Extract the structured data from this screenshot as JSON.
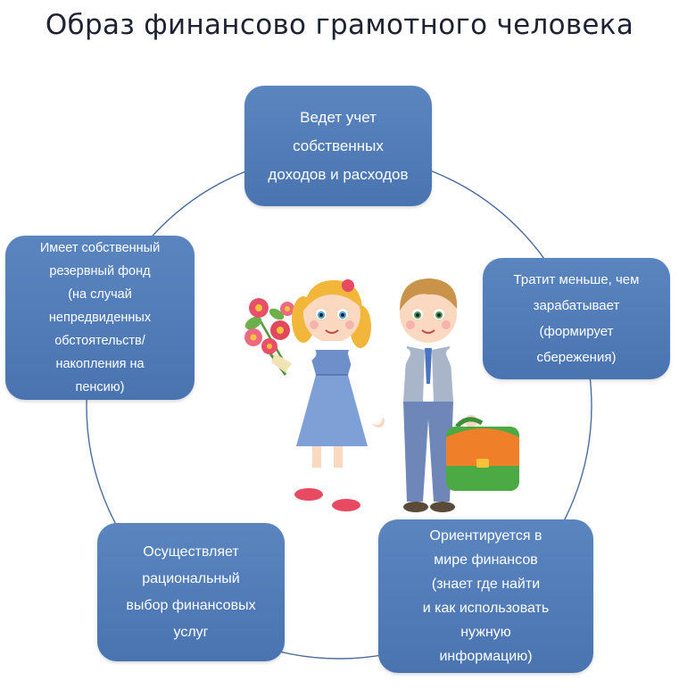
{
  "title": "Образ финансово грамотного человека",
  "colors": {
    "box": "#4f7ab5",
    "circle": "#4c6c9e",
    "title": "#1f2233"
  },
  "items": [
    {
      "id": "top",
      "lines": [
        "Ведет учет",
        "собственных",
        "доходов и расходов"
      ]
    },
    {
      "id": "right",
      "lines": [
        "Тратит меньше, чем",
        "зарабатывает",
        "(формирует",
        "сбережения)"
      ]
    },
    {
      "id": "bottom-right",
      "lines": [
        "Ориентируется в",
        "мире финансов",
        "(знает где найти",
        "и как использовать",
        "нужную",
        "информацию)"
      ]
    },
    {
      "id": "bottom-left",
      "lines": [
        "Осуществляет",
        "рациональный",
        "выбор финансовых",
        "услуг"
      ]
    },
    {
      "id": "left",
      "lines": [
        "Имеет собственный",
        "резервный фонд",
        "(на случай",
        "непредвиденных",
        "обстоятельств/",
        "накопления на",
        "пенсию)"
      ]
    }
  ],
  "illustration": {
    "icon": "children-illustration-icon"
  }
}
